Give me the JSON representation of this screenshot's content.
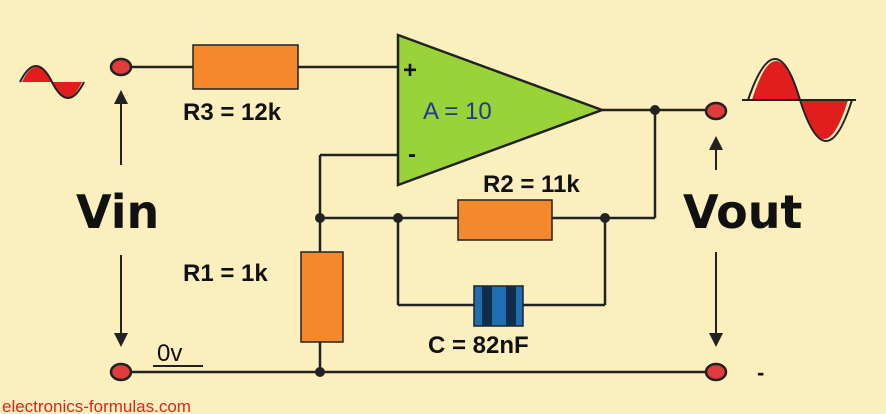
{
  "components": {
    "r3_label": "R3 = 12k",
    "r2_label": "R2 = 11k",
    "r1_label": "R1 = 1k",
    "c_label": "C = 82nF",
    "gain_label": "A = 10"
  },
  "opamp": {
    "plus_sign": "+",
    "minus_sign": "-"
  },
  "labels": {
    "vin": "Vin",
    "vout": "Vout",
    "ground": "0v",
    "neg_terminal": "-"
  },
  "footer": {
    "website": "electronics-formulas.com"
  },
  "colors": {
    "background": "#fbefbd",
    "opamp_fill": "#9ad23a",
    "resistor_fill": "#f5882d",
    "capacitor_fill": "#1f6fb0",
    "terminal_fill": "#e13b3b",
    "wave_fill": "#e11d1d",
    "credit_text": "#e0241e"
  }
}
